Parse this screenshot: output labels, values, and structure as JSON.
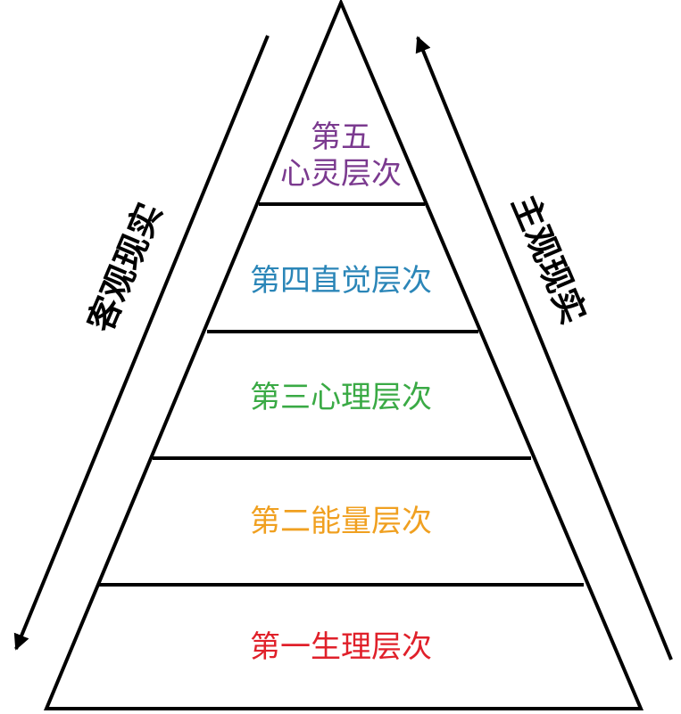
{
  "levels": [
    {
      "line1": "第五",
      "line2": "心灵层次",
      "color": "#7b3a8f"
    },
    {
      "label": "第四直觉层次",
      "color": "#2b86b8"
    },
    {
      "label": "第三心理层次",
      "color": "#3aaa45"
    },
    {
      "label": "第二能量层次",
      "color": "#f0a020"
    },
    {
      "label": "第一生理层次",
      "color": "#e0202a"
    }
  ],
  "left_arrow": {
    "label": "客观现实"
  },
  "right_arrow": {
    "label": "主观现实"
  }
}
